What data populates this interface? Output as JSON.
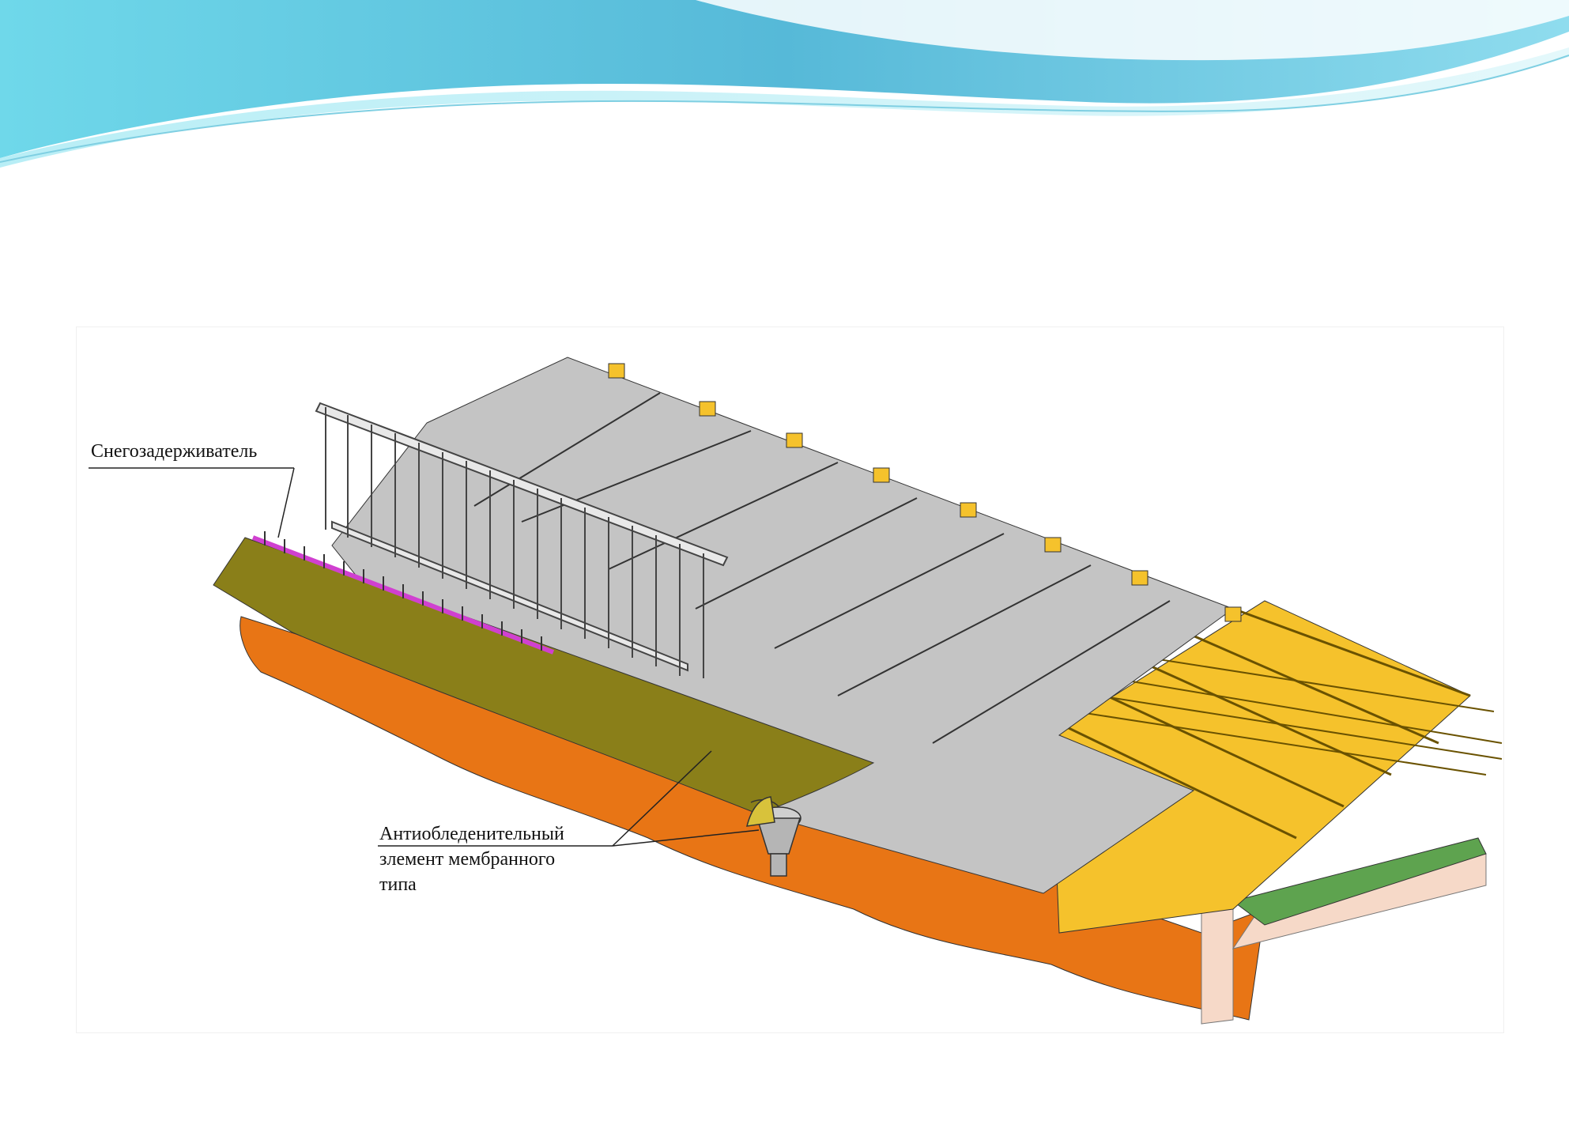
{
  "diagram": {
    "labels": {
      "snow_guard": "Снегозадерживатель",
      "anti_icing_line1": "Антиобледенительный",
      "anti_icing_line2": "злемент мембранного",
      "anti_icing_line3": "типа"
    }
  },
  "colors": {
    "header_blue_dark": "#4fc3dc",
    "header_blue_light": "#a8e6f1",
    "roof_gray": "#c4c4c4",
    "eave_olive": "#8a7f19",
    "wall_orange": "#e87515",
    "timber_yellow": "#f5c22c",
    "insulation_green": "#5ea34f",
    "snow_guard_magenta": "#d040d0"
  }
}
